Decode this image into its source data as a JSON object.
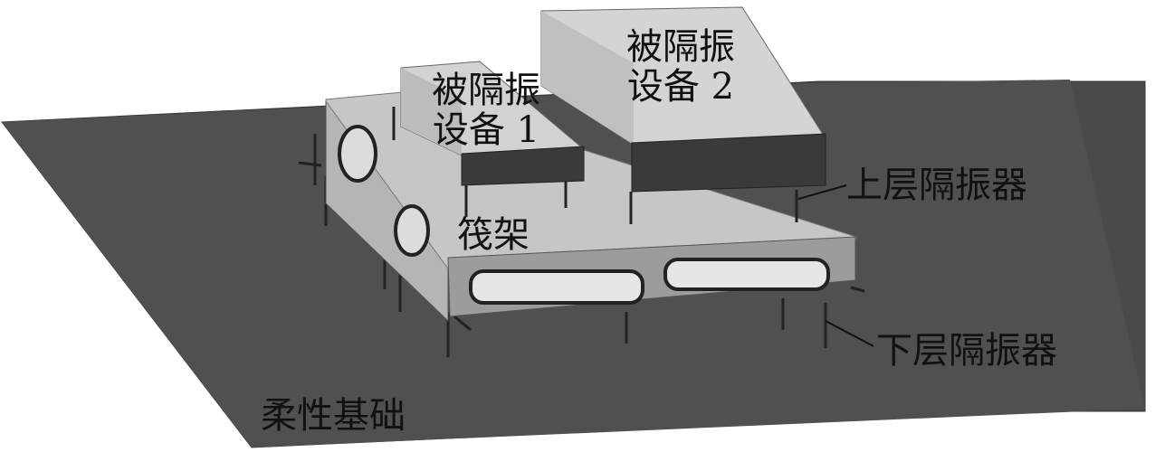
{
  "labels": {
    "device1": [
      "被隔振",
      "设备 1"
    ],
    "device2": [
      "被隔振",
      "设备 2"
    ],
    "raft": "筏架",
    "upper_isolator": "上层隔振器",
    "lower_isolator": "下层隔振器",
    "foundation": "柔性基础"
  },
  "colors": {
    "foundation": "#4a4a4a",
    "raft_top": "#c8c8c8",
    "raft_side": "#a9a9a9",
    "raft_front": "#9a9a9a",
    "device_top": "#d0d0d0",
    "device_side": "#3b3b3b",
    "isolator": "#2b2b2b",
    "text": "#111111"
  }
}
